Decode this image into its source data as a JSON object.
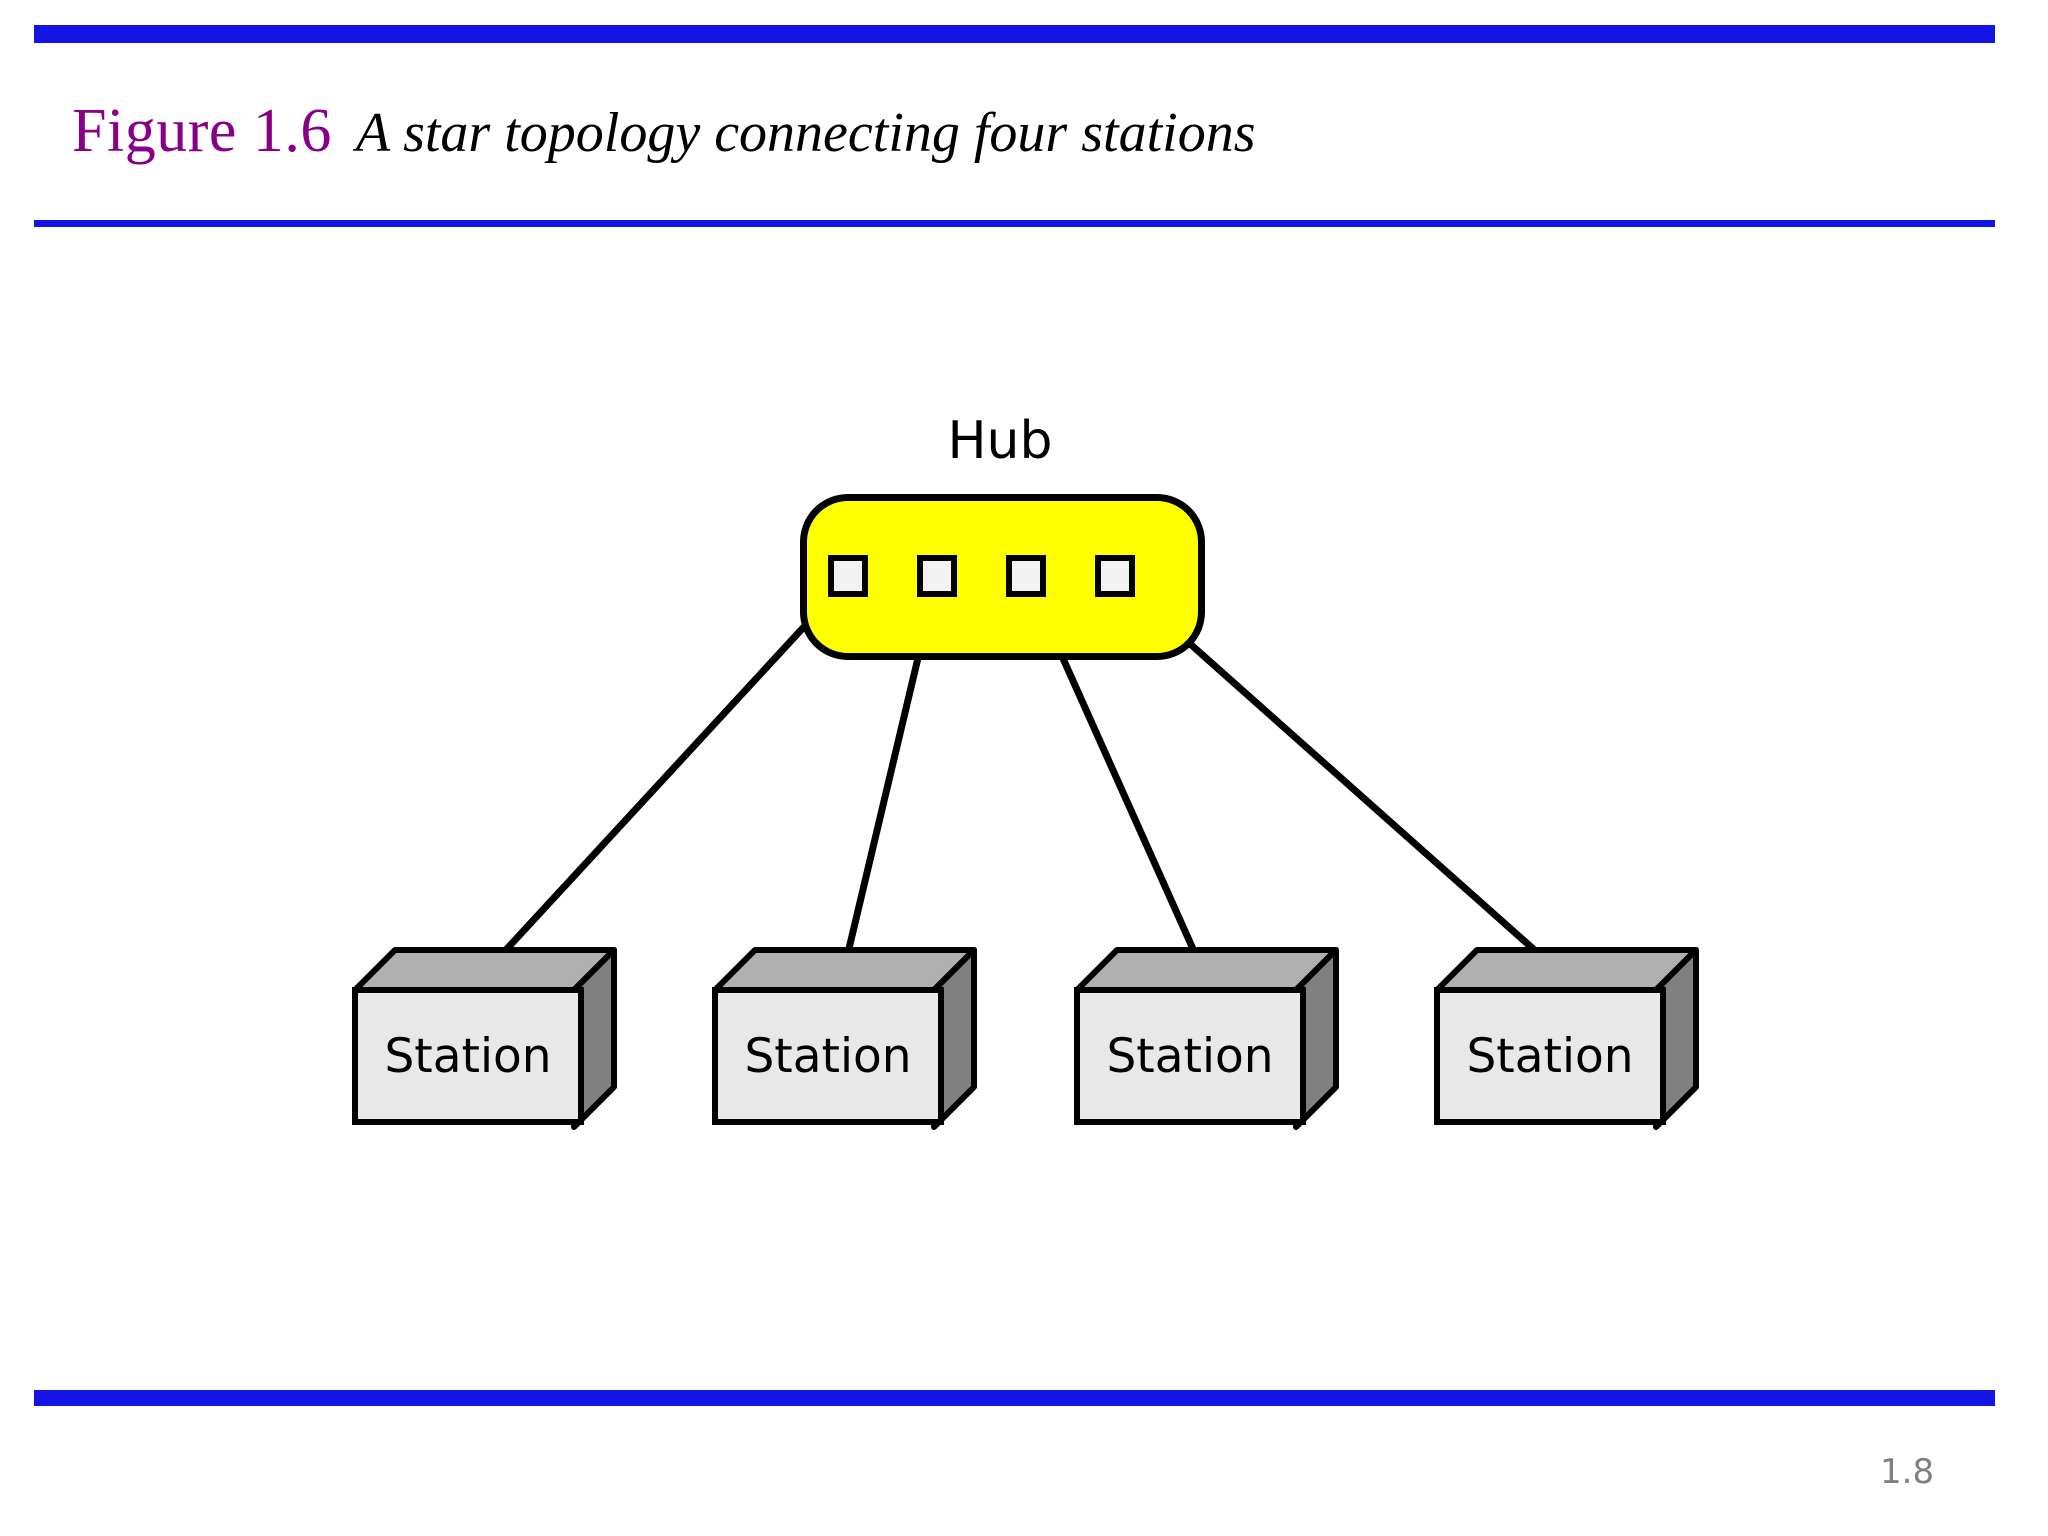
{
  "slide": {
    "page_number": "1.8",
    "accent_color": "#1414e6",
    "figure_number_color": "#880088"
  },
  "header": {
    "figure_number": "Figure 1.6",
    "caption": "A star topology connecting four stations"
  },
  "diagram": {
    "type": "network-topology",
    "topology": "star",
    "hub": {
      "label": "Hub",
      "fill_color": "#ffff00",
      "stroke_color": "#000000",
      "port_count": 4,
      "port_fill_color": "#f2f2f2",
      "ports": [
        {
          "index": 1,
          "name": "hub-port-1"
        },
        {
          "index": 2,
          "name": "hub-port-2"
        },
        {
          "index": 3,
          "name": "hub-port-3"
        },
        {
          "index": 4,
          "name": "hub-port-4"
        }
      ]
    },
    "stations": [
      {
        "index": 1,
        "label": "Station"
      },
      {
        "index": 2,
        "label": "Station"
      },
      {
        "index": 3,
        "label": "Station"
      },
      {
        "index": 4,
        "label": "Station"
      }
    ],
    "links": [
      {
        "from": "hub-port-1",
        "to": "station-1"
      },
      {
        "from": "hub-port-2",
        "to": "station-2"
      },
      {
        "from": "hub-port-3",
        "to": "station-3"
      },
      {
        "from": "hub-port-4",
        "to": "station-4"
      }
    ],
    "link_color": "#000000"
  },
  "footer": {
    "page_number": "1.8"
  }
}
